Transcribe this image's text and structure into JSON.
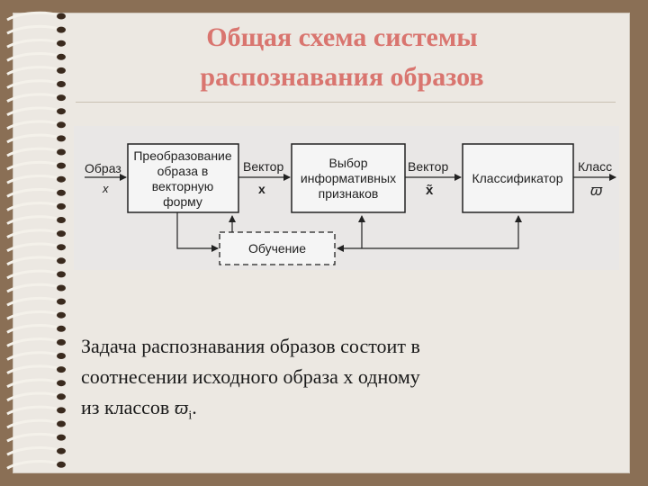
{
  "title_line1": "Общая схема системы",
  "title_line2": "распознавания образов",
  "diagram": {
    "input_label": "Образ",
    "input_symbol": "x",
    "block1_lines": [
      "Преобразование",
      "образа в",
      "векторную",
      "форму"
    ],
    "vector1_label": "Вектор",
    "vector1_symbol": "x",
    "block2_lines": [
      "Выбор",
      "информативных",
      "признаков"
    ],
    "vector2_label": "Вектор",
    "vector2_symbol": "x̃",
    "block3_label": "Классификатор",
    "output_label": "Класс",
    "output_symbol": "ϖ",
    "training_label": "Обучение"
  },
  "body": {
    "line1": "Задача распознавания образов состоит в",
    "line2": "соотнесении исходного образа  x  одному",
    "line3_prefix": "из классов ",
    "line3_symbol": "ϖ",
    "line3_sub": "i",
    "line3_suffix": "."
  }
}
